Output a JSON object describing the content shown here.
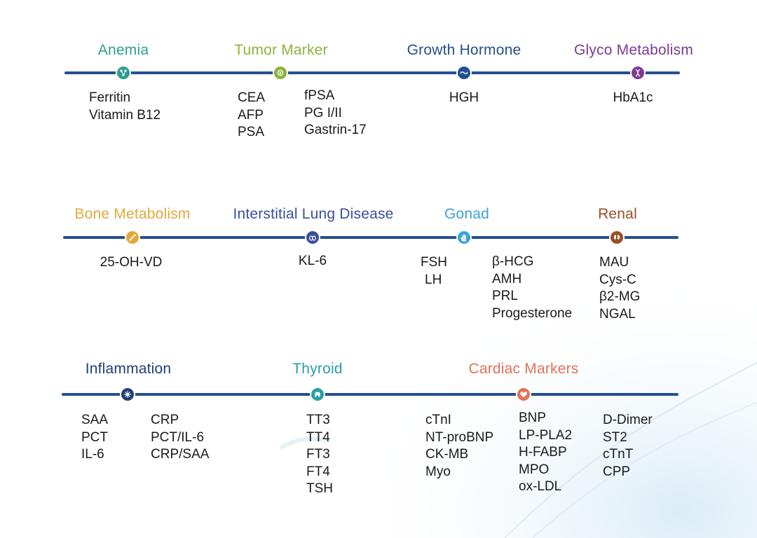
{
  "colors": {
    "line": "#24508f",
    "anemia": "#2e9e8f",
    "tumor": "#8db33a",
    "growth": "#24508f",
    "glyco": "#7a3b94",
    "bone": "#e3a83b",
    "lung": "#3a4f9c",
    "gonad": "#3ba2d8",
    "renal": "#9a4d28",
    "inflammation": "#1e3f7a",
    "thyroid": "#2a9ea4",
    "cardiac": "#e0735a"
  },
  "rows": {
    "row1": {
      "anemia": {
        "title": "Anemia",
        "icon": "molecule-icon",
        "items": [
          "Ferritin",
          "Vitamin B12"
        ]
      },
      "tumor": {
        "title": "Tumor Marker",
        "icon": "target-icon",
        "items_a": [
          "CEA",
          "AFP",
          "PSA"
        ],
        "items_b": [
          "fPSA",
          "PG I/II",
          "Gastrin-17"
        ]
      },
      "growth": {
        "title": "Growth Hormone",
        "icon": "wave-icon",
        "items": [
          "HGH"
        ]
      },
      "glyco": {
        "title": "Glyco Metabolism",
        "icon": "dna-icon",
        "items": [
          "HbA1c"
        ]
      }
    },
    "row2": {
      "bone": {
        "title": "Bone Metabolism",
        "icon": "bone-icon",
        "items": [
          "25-OH-VD"
        ]
      },
      "lung": {
        "title": "Interstitial Lung Disease",
        "icon": "lungs-icon",
        "items": [
          "KL-6"
        ]
      },
      "gonad": {
        "title": "Gonad",
        "icon": "hand-icon",
        "items_a": [
          "FSH",
          "LH"
        ],
        "items_b": [
          "β-HCG",
          "AMH",
          "PRL",
          "Progesterone"
        ]
      },
      "renal": {
        "title": "Renal",
        "icon": "kidney-icon",
        "items": [
          "MAU",
          "Cys-C",
          "β2-MG",
          "NGAL"
        ]
      }
    },
    "row3": {
      "inflammation": {
        "title": "Inflammation",
        "icon": "virus-icon",
        "items_a": [
          "SAA",
          "PCT",
          "IL-6"
        ],
        "items_b": [
          "CRP",
          "PCT/IL-6",
          "CRP/SAA"
        ]
      },
      "thyroid": {
        "title": "Thyroid",
        "icon": "thyroid-icon",
        "items": [
          "TT3",
          "TT4",
          "FT3",
          "FT4",
          "TSH"
        ]
      },
      "cardiac": {
        "title": "Cardiac Markers",
        "icon": "heart-icon",
        "items_a": [
          "cTnI",
          "NT-proBNP",
          "CK-MB",
          "Myo"
        ],
        "items_b": [
          "BNP",
          "LP-PLA2",
          "H-FABP",
          "MPO",
          "ox-LDL"
        ],
        "items_c": [
          "D-Dimer",
          "ST2",
          "cTnT",
          "CPP"
        ]
      }
    }
  }
}
